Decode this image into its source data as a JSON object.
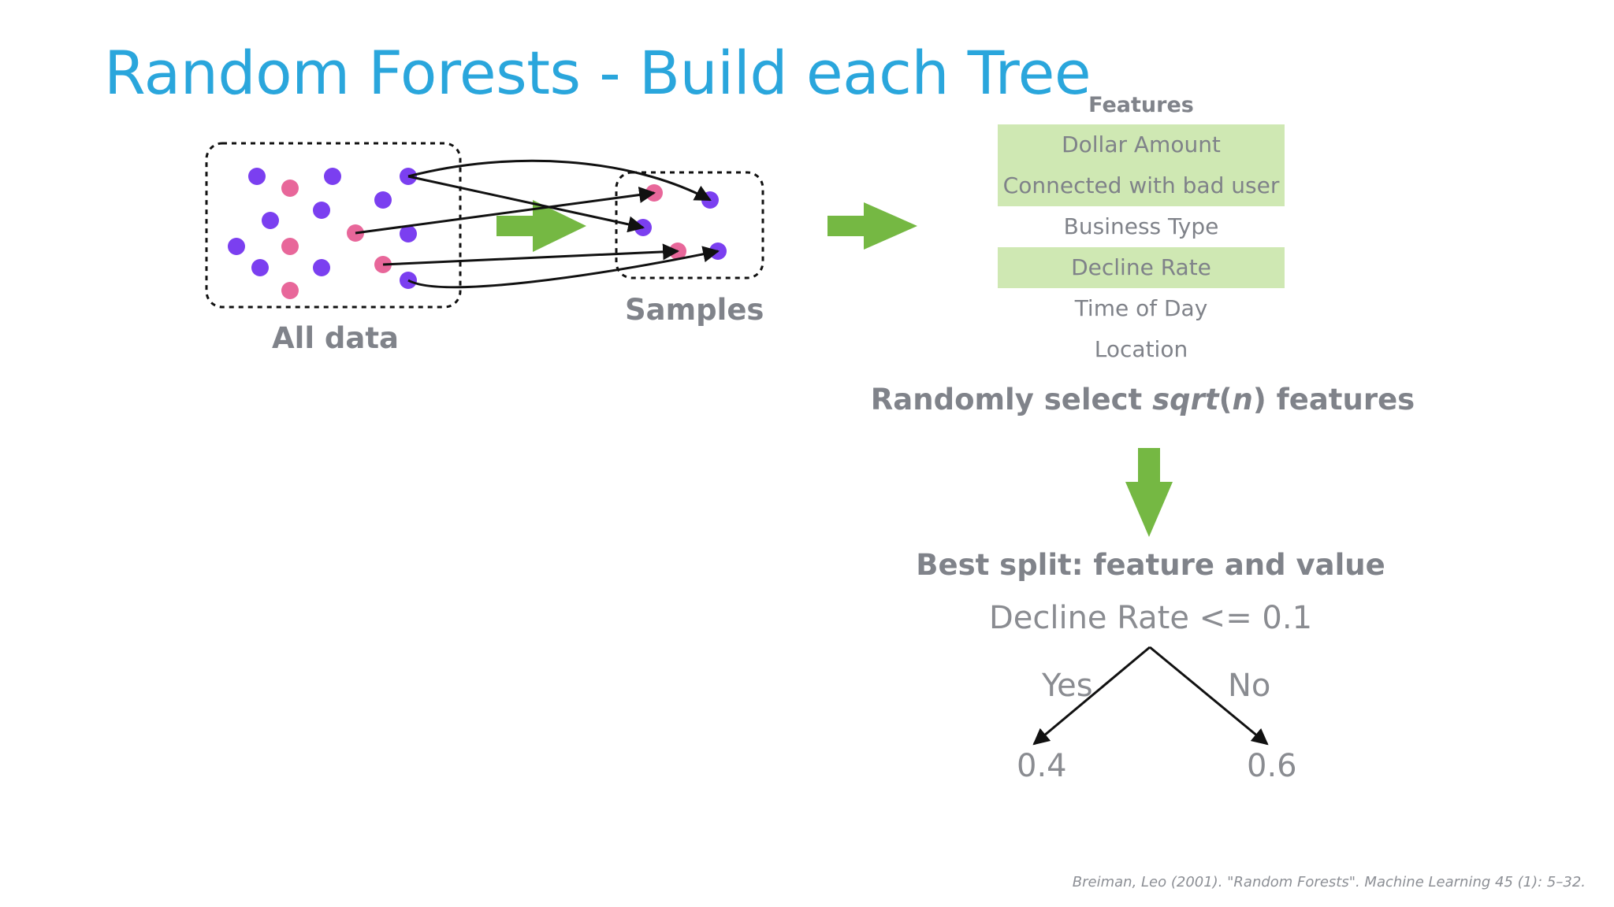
{
  "title": "Random Forests - Build each Tree",
  "all_data_label": "All data",
  "samples_label": "Samples",
  "features": {
    "heading": "Features",
    "items": [
      {
        "label": "Dollar Amount",
        "selected": true
      },
      {
        "label": "Connected with bad user",
        "selected": true
      },
      {
        "label": "Business Type",
        "selected": false
      },
      {
        "label": "Decline Rate",
        "selected": true
      },
      {
        "label": "Time of Day",
        "selected": false
      },
      {
        "label": "Location",
        "selected": false
      }
    ]
  },
  "select_text": {
    "prefix": "Randomly select ",
    "func": "sqrt",
    "open": "(",
    "arg": "n",
    "close": ")",
    "suffix": " features"
  },
  "split": {
    "heading": "Best split: feature and value",
    "condition": "Decline Rate <= 0.1",
    "yes_label": "Yes",
    "no_label": "No",
    "left_value": "0.4",
    "right_value": "0.6"
  },
  "citation": "Breiman, Leo (2001). \"Random Forests\". Machine Learning 45 (1): 5–32.",
  "colors": {
    "title": "#2aa6dc",
    "purple_point": "#7b3ff0",
    "pink_point": "#e8679a",
    "arrow_green": "#75b843",
    "highlight": "#cfe8b3",
    "text_gray": "#7f8289"
  }
}
